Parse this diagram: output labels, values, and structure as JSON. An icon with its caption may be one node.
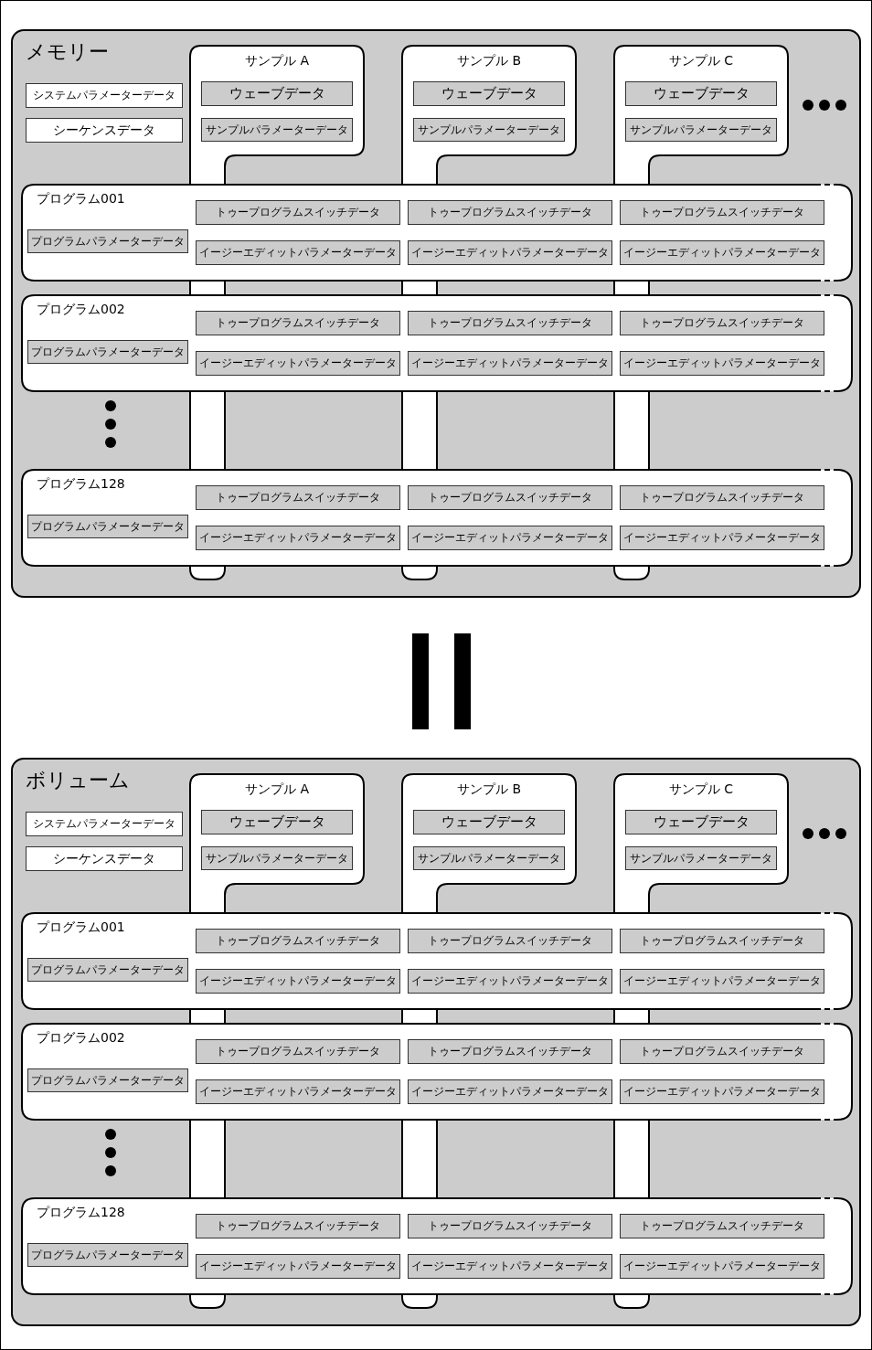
{
  "diagram": {
    "nodes": [
      {
        "text": [
          "メモリー"
        ]
      },
      {
        "text": [
          "システムパラメーターデータ"
        ],
        "in": 0
      },
      {
        "text": [
          "シーケンスデータ"
        ],
        "in": 0
      },
      {
        "text": [
          "サンプル A"
        ],
        "in": 0
      },
      {
        "text": [
          "ウェーブデータ"
        ],
        "in": 3
      },
      {
        "text": [
          "サンプルパラメーターデータ"
        ],
        "in": 3
      },
      {
        "text": [
          "サンプル B"
        ],
        "in": 0
      },
      {
        "text": [
          "ウェーブデータ"
        ],
        "in": 6
      },
      {
        "text": [
          "サンプルパラメーターデータ"
        ],
        "in": 6
      },
      {
        "text": [
          "サンプル C"
        ],
        "in": 0
      },
      {
        "text": [
          "ウェーブデータ"
        ],
        "in": 9
      },
      {
        "text": [
          "サンプルパラメーターデータ"
        ],
        "in": 9
      },
      {
        "text": [
          "プログラム001"
        ],
        "in": 0
      },
      {
        "text": [
          "プログラムパラメーターデータ"
        ],
        "in": 12
      },
      {
        "text": [
          "トゥープログラムスイッチデータ"
        ],
        "in": 12
      },
      {
        "text": [
          "イージーエディットパラメーターデータ"
        ],
        "in": 12
      },
      {
        "text": [
          "トゥープログラムスイッチデータ"
        ],
        "in": 12
      },
      {
        "text": [
          "イージーエディットパラメーターデータ"
        ],
        "in": 12
      },
      {
        "text": [
          "トゥープログラムスイッチデータ"
        ],
        "in": 12
      },
      {
        "text": [
          "イージーエディットパラメーターデータ"
        ],
        "in": 12
      },
      {
        "text": [
          "プログラム002"
        ],
        "in": 0
      },
      {
        "text": [
          "プログラムパラメーターデータ"
        ],
        "in": 20
      },
      {
        "text": [
          "トゥープログラムスイッチデータ"
        ],
        "in": 20
      },
      {
        "text": [
          "イージーエディットパラメーターデータ"
        ],
        "in": 20
      },
      {
        "text": [
          "トゥープログラムスイッチデータ"
        ],
        "in": 20
      },
      {
        "text": [
          "イージーエディットパラメーターデータ"
        ],
        "in": 20
      },
      {
        "text": [
          "トゥープログラムスイッチデータ"
        ],
        "in": 20
      },
      {
        "text": [
          "イージーエディットパラメーターデータ"
        ],
        "in": 20
      },
      {
        "text": [
          "プログラム128"
        ],
        "in": 0
      },
      {
        "text": [
          "プログラムパラメーターデータ"
        ],
        "in": 28
      },
      {
        "text": [
          "トゥープログラムスイッチデータ"
        ],
        "in": 28
      },
      {
        "text": [
          "イージーエディットパラメーターデータ"
        ],
        "in": 28
      },
      {
        "text": [
          "トゥープログラムスイッチデータ"
        ],
        "in": 28
      },
      {
        "text": [
          "イージーエディットパラメーターデータ"
        ],
        "in": 28
      },
      {
        "text": [
          "トゥープログラムスイッチデータ"
        ],
        "in": 28
      },
      {
        "text": [
          "イージーエディットパラメーターデータ"
        ],
        "in": 28
      },
      {
        "text": [
          "ボリューム"
        ]
      },
      {
        "text": [
          "システムパラメーターデータ"
        ],
        "in": 36
      },
      {
        "text": [
          "シーケンスデータ"
        ],
        "in": 36
      },
      {
        "text": [
          "サンプル A"
        ],
        "in": 36
      },
      {
        "text": [
          "ウェーブデータ"
        ],
        "in": 39
      },
      {
        "text": [
          "サンプルパラメーターデータ"
        ],
        "in": 39
      },
      {
        "text": [
          "サンプル B"
        ],
        "in": 36
      },
      {
        "text": [
          "ウェーブデータ"
        ],
        "in": 42
      },
      {
        "text": [
          "サンプルパラメーターデータ"
        ],
        "in": 42
      },
      {
        "text": [
          "サンプル C"
        ],
        "in": 36
      },
      {
        "text": [
          "ウェーブデータ"
        ],
        "in": 45
      },
      {
        "text": [
          "サンプルパラメーターデータ"
        ],
        "in": 45
      },
      {
        "text": [
          "プログラム001"
        ],
        "in": 36
      },
      {
        "text": [
          "プログラムパラメーターデータ"
        ],
        "in": 48
      },
      {
        "text": [
          "トゥープログラムスイッチデータ"
        ],
        "in": 48
      },
      {
        "text": [
          "イージーエディットパラメーターデータ"
        ],
        "in": 48
      },
      {
        "text": [
          "トゥープログラムスイッチデータ"
        ],
        "in": 48
      },
      {
        "text": [
          "イージーエディットパラメーターデータ"
        ],
        "in": 48
      },
      {
        "text": [
          "トゥープログラムスイッチデータ"
        ],
        "in": 48
      },
      {
        "text": [
          "イージーエディットパラメーターデータ"
        ],
        "in": 48
      },
      {
        "text": [
          "プログラム002"
        ],
        "in": 36
      },
      {
        "text": [
          "プログラムパラメーターデータ"
        ],
        "in": 56
      },
      {
        "text": [
          "トゥープログラムスイッチデータ"
        ],
        "in": 56
      },
      {
        "text": [
          "イージーエディットパラメーターデータ"
        ],
        "in": 56
      },
      {
        "text": [
          "トゥープログラムスイッチデータ"
        ],
        "in": 56
      },
      {
        "text": [
          "イージーエディットパラメーターデータ"
        ],
        "in": 56
      },
      {
        "text": [
          "トゥープログラムスイッチデータ"
        ],
        "in": 56
      },
      {
        "text": [
          "イージーエディットパラメーターデータ"
        ],
        "in": 56
      },
      {
        "text": [
          "プログラム128"
        ],
        "in": 36
      },
      {
        "text": [
          "プログラムパラメーターデータ"
        ],
        "in": 64
      },
      {
        "text": [
          "トゥープログラムスイッチデータ"
        ],
        "in": 64
      },
      {
        "text": [
          "イージーエディットパラメーターデータ"
        ],
        "in": 64
      },
      {
        "text": [
          "トゥープログラムスイッチデータ"
        ],
        "in": 64
      },
      {
        "text": [
          "イージーエディットパラメーターデータ"
        ],
        "in": 64
      },
      {
        "text": [
          "トゥープログラムスイッチデータ"
        ],
        "in": 64
      },
      {
        "text": [
          "イージーエディットパラメーターデータ"
        ],
        "in": 64
      }
    ]
  }
}
